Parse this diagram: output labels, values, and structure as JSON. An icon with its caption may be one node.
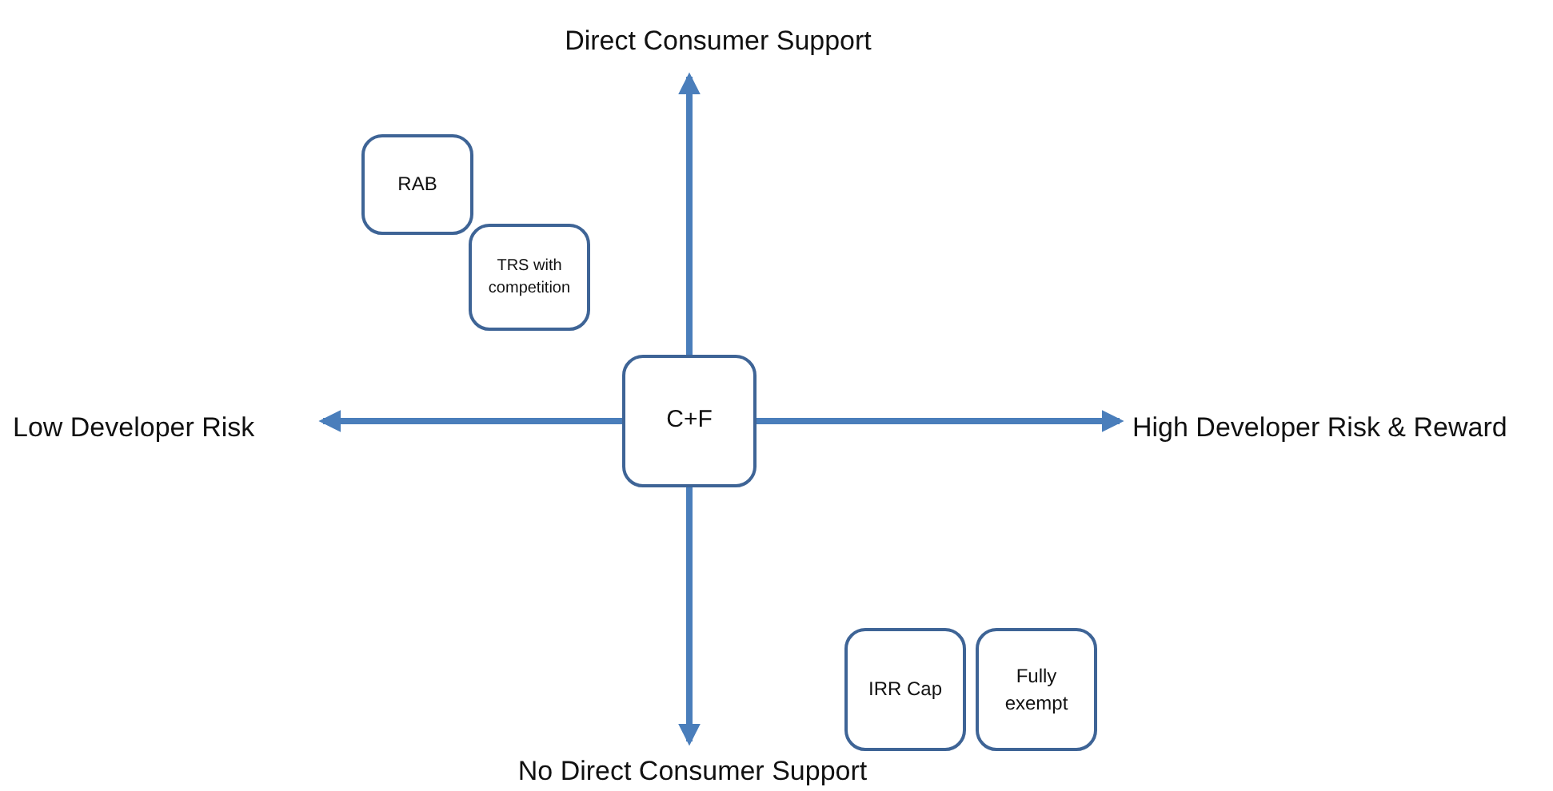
{
  "diagram": {
    "nodes": [
      {
        "text": [
          "Direct Consumer Support"
        ]
      },
      {
        "text": [
          "RAB"
        ]
      },
      {
        "text": [
          "TRS with competition"
        ]
      },
      {
        "text": [
          "Low Developer Risk"
        ]
      },
      {
        "text": [
          "C+F"
        ]
      },
      {
        "text": [
          "High Developer Risk & Reward"
        ]
      },
      {
        "text": [
          "IRR Cap"
        ]
      },
      {
        "text": [
          "Fully exempt"
        ]
      },
      {
        "text": [
          "No Direct Consumer Support"
        ]
      }
    ],
    "edges": [
      {
        "from": 4,
        "to": 0,
        "arrow": "to"
      },
      {
        "from": 4,
        "to": 3,
        "arrow": "to"
      },
      {
        "from": 4,
        "to": 5,
        "arrow": "to"
      },
      {
        "from": 4,
        "to": 8,
        "arrow": "to"
      }
    ]
  }
}
